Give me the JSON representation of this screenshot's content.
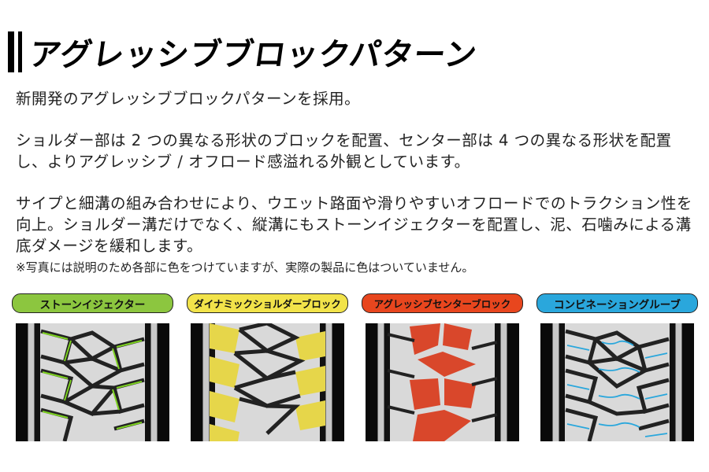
{
  "header": {
    "title": "アグレッシブブロックパターン"
  },
  "paragraphs": [
    "新開発のアグレッシブブロックパターンを採用。",
    "ショルダー部は 2 つの異なる形状のブロックを配置、センター部は 4 つの異なる形状を配置し、よりアグレッシブ / オフロード感溢れる外観としています。",
    "サイプと細溝の組み合わせにより、ウエット路面や滑りやすいオフロードでのトラクション性を向上。ショルダー溝だけでなく、縦溝にもストーンイジェクターを配置し、泥、石噛みによる溝底ダメージを緩和します。"
  ],
  "note": "※写真には説明のため各部に色をつけていますが、実際の製品に色はついていません。",
  "panels": [
    {
      "label": "ストーンイジェクター",
      "color": "#8cc63f",
      "highlight": "stone-ejector"
    },
    {
      "label": "ダイナミックショルダーブロック",
      "color": "#f2e34a",
      "highlight": "shoulder-block"
    },
    {
      "label": "アグレッシブセンターブロック",
      "color": "#e8461e",
      "highlight": "center-block"
    },
    {
      "label": "コンビネーショングルーブ",
      "color": "#2aa7dc",
      "highlight": "combination-groove"
    }
  ]
}
